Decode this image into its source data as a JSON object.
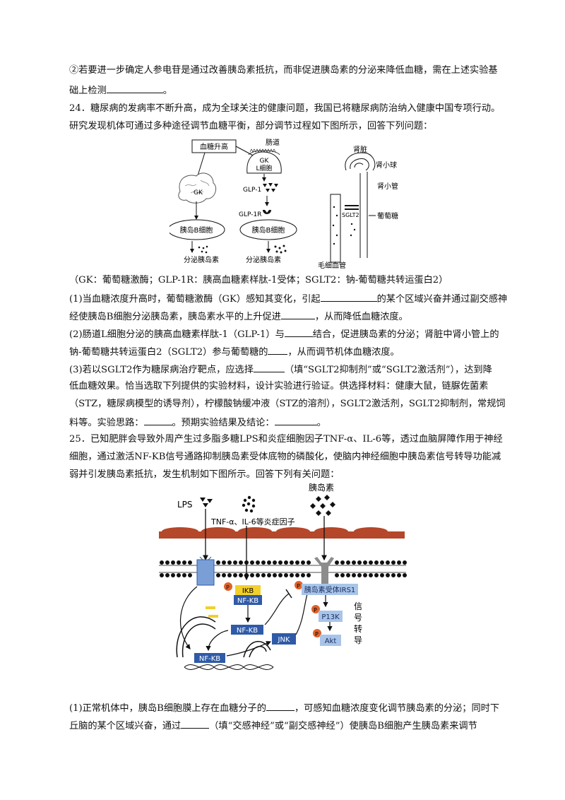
{
  "q23": {
    "line1": "②若要进一步确定人参电苷是通过改善胰岛素抵抗，而非促进胰岛素的分泌来降低血糖，需在上述实验基",
    "line2a": "础上检测",
    "line2b": "。"
  },
  "q24": {
    "intro1": "24．糖尿病的发病率不断升高，成为全球关注的健康问题，我国已将糖尿病防治纳入健康中国专项行动。",
    "intro2": "研究发现机体可通过多种途径调节血糖平衡，部分调节过程如下图所示，回答下列问题：",
    "fig": {
      "blood_sugar": "血糖升高",
      "gut": "肠道",
      "gk": "GK",
      "gk_l": "GK",
      "l_cell": "L细胞",
      "glp1": "GLP-1",
      "glp1r": "GLP-1R",
      "beta1": "胰岛B细胞",
      "beta2": "胰岛B细胞",
      "secrete1": "分泌胰岛素",
      "secrete2": "分泌胰岛素",
      "kidney": "肾脏",
      "glomerulus": "肾小球",
      "tubule": "肾小管",
      "sglt2": "SGLT2",
      "glucose": "葡萄糖",
      "capillary": "毛细血管"
    },
    "legend": "（GK：葡萄糖激酶；GLP-1R：胰高血糖素样肽-1受体；SGLT2：钠-葡萄糖共转运蛋白2）",
    "p1a": "(1)当血糖浓度升高时，葡萄糖激酶（GK）感知其变化，引起",
    "p1b": "的某个区域兴奋并通过副交感神",
    "p1c": "经使胰岛B细胞分泌胰岛素，胰岛素水平的上升促进",
    "p1d": "，从而降低血糖浓度。",
    "p2a": "(2)肠道L细胞分泌的胰高血糖素样肽-1（GLP-1）与",
    "p2b": "结合，促进胰岛素的分泌；肾脏中肾小管上的",
    "p2c": "钠-葡萄糖共转运蛋白2（SGLT2）参与葡萄糖的",
    "p2d": "，从而调节机体血糖浓度。",
    "p3a": "(3)若以SGLT2作为糖尿病治疗靶点，应选择",
    "p3b": "（填“SGLT2抑制剂”或“SGLT2激活剂”），达到降",
    "p3c": "低血糖效果。恰当选取下列提供的实验材料，设计实验进行验证。供选择材料：健康大鼠，链脲佐菌素",
    "p3d": "（STZ，糖尿病模型的诱导剂），柠檬酸钠缓冲液（STZ的溶剂），SGLT2激活剂，SGLT2抑制剂，常规饲",
    "p3e": "料等。实验思路：",
    "p3f": "。预期实验结果及结论：",
    "p3g": "。"
  },
  "q25": {
    "intro1": "25．已知肥胖会导致外周产生过多脂多糖LPS和炎症细胞因子TNF-α、IL-6等，透过血脑屏障作用于神经",
    "intro2": "细胞，通过激活NF-KB信号通路抑制胰岛素受体底物的磷酸化，使脑内神经细胞中胰岛素信号转导功能减",
    "intro3": "弱并引发胰岛素抵抗，发生机制如下图所示。回答下列有关问题：",
    "fig": {
      "insulin": "胰岛素",
      "lps": "LPS",
      "cytokines": "TNF-α、IL-6等炎症因子",
      "ikb": "IKB",
      "nfkb1": "NF-KB",
      "nfkb2": "NF-KB",
      "nfkb3": "NF-KB",
      "jnk": "JNK",
      "irs1": "胰岛素受体IRS1",
      "p13k": "P13K",
      "akt": "Akt",
      "p": "P",
      "signal": "信号转导"
    },
    "p1a": "(1)正常机体中，胰岛B细胞膜上存在血糖分子的",
    "p1b": "，可感知血糖浓度变化调节胰岛素的分泌；同时下",
    "p1c": "丘脑的某个区域兴奋，通过",
    "p1d": "（填“交感神经”或“副交感神经”）使胰岛B细胞产生胰岛素来调节"
  },
  "colors": {
    "membrane_orange": "#b5472a",
    "blue_box": "#2f5aa8",
    "light_blue": "#a8c4e8",
    "yellow": "#f2cf2b",
    "phospho": "#e0622a",
    "gray_receptor": "#8c8c8c"
  }
}
